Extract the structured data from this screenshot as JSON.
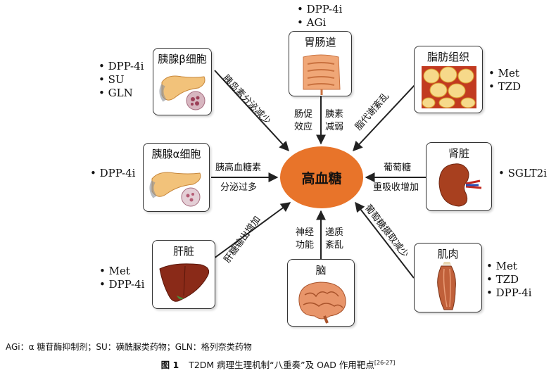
{
  "center": {
    "label": "高血糖"
  },
  "organs": {
    "pancreas_beta": {
      "title": "胰腺β细胞",
      "drugs": [
        "DPP-4i",
        "SU",
        "GLN"
      ],
      "effect": "胰岛素分泌减少"
    },
    "gut": {
      "title": "胃肠道",
      "drugs": [
        "DPP-4i",
        "AGi"
      ],
      "effect_left": [
        "肠促",
        "效应"
      ],
      "effect_right": [
        "胰素",
        "减弱"
      ]
    },
    "adipose": {
      "title": "脂肪组织",
      "drugs": [
        "Met",
        "TZD"
      ],
      "effect": "脂代谢紊乱"
    },
    "pancreas_alpha": {
      "title": "胰腺α细胞",
      "drugs": [
        "DPP-4i"
      ],
      "effect": [
        "胰高血糖素",
        "分泌过多"
      ]
    },
    "kidney": {
      "title": "肾脏",
      "drugs": [
        "SGLT2i"
      ],
      "effect": [
        "葡萄糖",
        "重吸收增加"
      ]
    },
    "liver": {
      "title": "肝脏",
      "drugs": [
        "Met",
        "DPP-4i"
      ],
      "effect": "肝糖输出增加"
    },
    "brain": {
      "title": "脑",
      "effect_left": [
        "神经",
        "功能"
      ],
      "effect_right": [
        "递质",
        "紊乱"
      ]
    },
    "muscle": {
      "title": "肌肉",
      "drugs": [
        "Met",
        "TZD",
        "DPP-4i"
      ],
      "effect": "葡萄糖摄取减少"
    }
  },
  "footnote": "AGi：α 糖苷酶抑制剂；SU：磺酰脲类药物；GLN：格列奈类药物",
  "caption": {
    "label": "图 1",
    "text": "T2DM 病理生理机制“八重奏”及 OAD 作用靶点",
    "ref": "[26-27]"
  }
}
